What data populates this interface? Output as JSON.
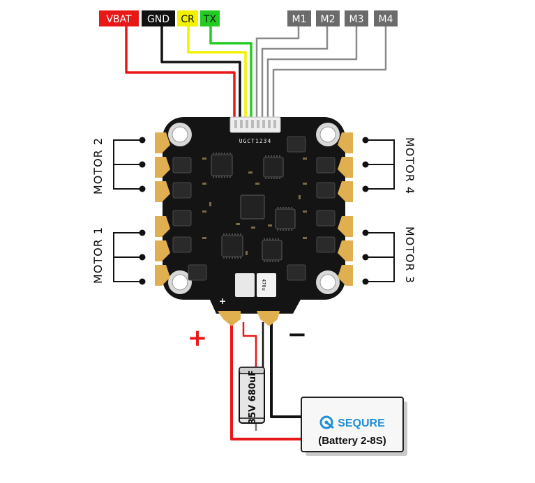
{
  "signal_labels": {
    "vbat": "VBAT",
    "gnd": "GND",
    "cr": "CR",
    "tx": "TX",
    "m1": "M1",
    "m2": "M2",
    "m3": "M3",
    "m4": "M4"
  },
  "motor_labels": {
    "motor1": "MOTOR 1",
    "motor2": "MOTOR 2",
    "motor3": "MOTOR 3",
    "motor4": "MOTOR 4"
  },
  "board": {
    "pin_header": "UGCT1234",
    "pad_plus": "+",
    "cap_mark": "470u"
  },
  "power": {
    "plus": "+",
    "minus": "−"
  },
  "capacitor": {
    "rating": "35V 680uF"
  },
  "battery": {
    "brand": "SEQURE",
    "spec": "(Battery 2-8S)"
  },
  "colors": {
    "vbat_red": "#e81818",
    "gnd_black": "#111111",
    "cr_yellow": "#f2f200",
    "tx_green": "#22cc22",
    "motor_gray": "#6b6b6b",
    "gold_pad": "#e0b050",
    "board_black": "#141414",
    "sequre_blue": "#1e8fd6"
  },
  "icons": [
    "sequre-logo-icon",
    "mosfet-chip-icon",
    "mounting-hole-icon"
  ]
}
